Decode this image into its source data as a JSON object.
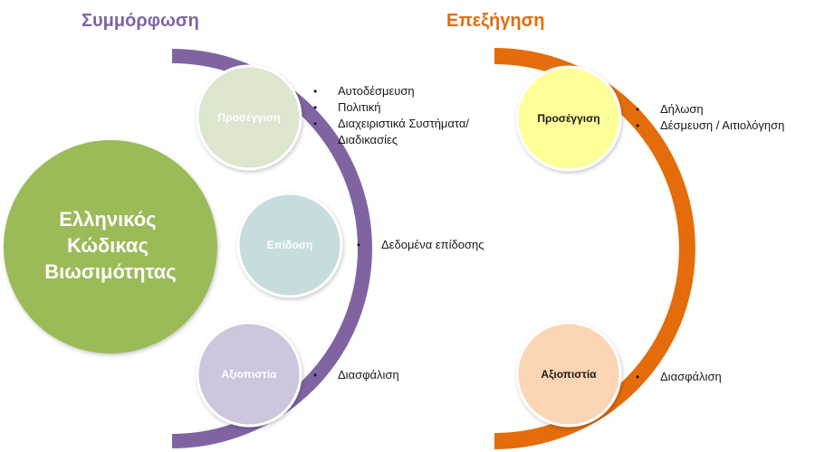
{
  "titles": {
    "left": "Συμμόρφωση",
    "right": "Επεξήγηση"
  },
  "central": {
    "lines": [
      "Ελληνικός",
      "Κώδικας",
      "Βιωσιμότητας"
    ]
  },
  "left_column": {
    "approach": {
      "label": "Προσέγγιση",
      "items": [
        "Αυτοδέσμευση",
        "Πολιτική",
        "Διαχειριστικά Συστήματα/ Διαδικασίες"
      ]
    },
    "performance": {
      "label": "Επίδοση",
      "items": [
        "Δεδομένα επίδοσης"
      ]
    },
    "credibility": {
      "label": "Αξιοπιστία",
      "items": [
        "Διασφάλιση"
      ]
    }
  },
  "right_column": {
    "approach": {
      "label": "Προσέγγιση",
      "items": [
        "Δήλωση",
        "Δέσμευση / Αιτιολόγηση"
      ]
    },
    "credibility": {
      "label": "Αξιοπιστία",
      "items": [
        "Διασφάλιση"
      ]
    }
  },
  "colors": {
    "left_accent": "#8064a2",
    "right_accent": "#e46c0a",
    "central_fill": "#9bbb59",
    "left_approach_fill": "#dde6cf",
    "left_performance_fill": "#c7dddd",
    "left_credibility_fill": "#cdc6dc",
    "right_approach_fill": "#ffff99",
    "right_credibility_fill": "#fcd5b4"
  }
}
